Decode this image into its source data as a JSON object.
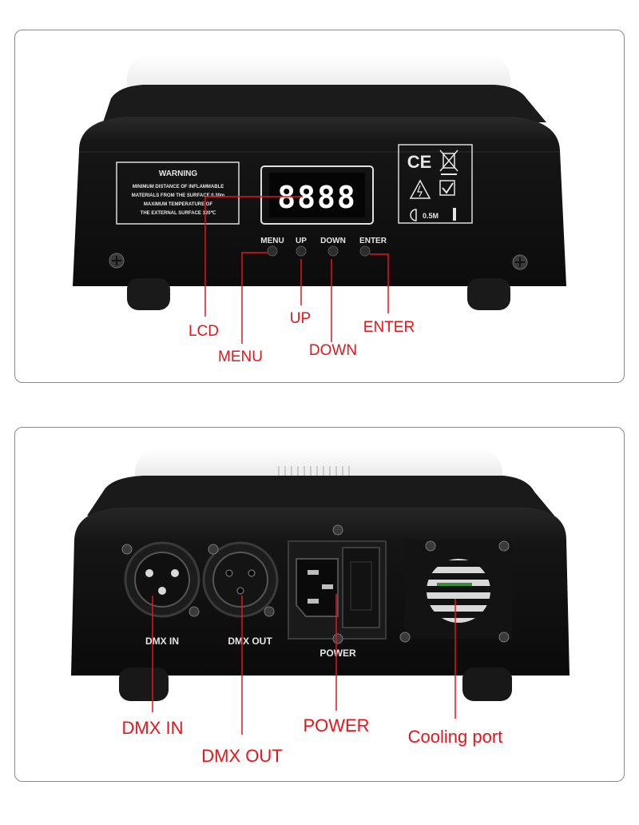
{
  "colors": {
    "callout": "#e8141a",
    "body": "#141414",
    "frame": "#8a8a8a",
    "lcd_digit": "#ffffff"
  },
  "top_panel": {
    "warning_box": {
      "title": "WARNING",
      "lines": [
        "MINIMUM DISTANCE OF INFLAMMABLE",
        "MATERIALS FROM THE SURFACE 0.30m",
        "MAXIMUM TEMPERATURE OF",
        "THE EXTERNAL SURFACE 120℃"
      ]
    },
    "lcd_display": "8888",
    "button_labels": {
      "menu": "MENU",
      "up": "UP",
      "down": "DOWN",
      "enter": "ENTER"
    },
    "cert_box": {
      "ce": "CE",
      "distance": "0.5M"
    },
    "callouts": {
      "lcd": "LCD",
      "menu": "MENU",
      "up": "UP",
      "down": "DOWN",
      "enter": "ENTER"
    }
  },
  "bottom_panel": {
    "port_labels": {
      "dmx_in": "DMX IN",
      "dmx_out": "DMX OUT",
      "power": "POWER"
    },
    "callouts": {
      "dmx_in": "DMX IN",
      "dmx_out": "DMX OUT",
      "power": "POWER",
      "cooling_port": "Cooling port"
    }
  }
}
